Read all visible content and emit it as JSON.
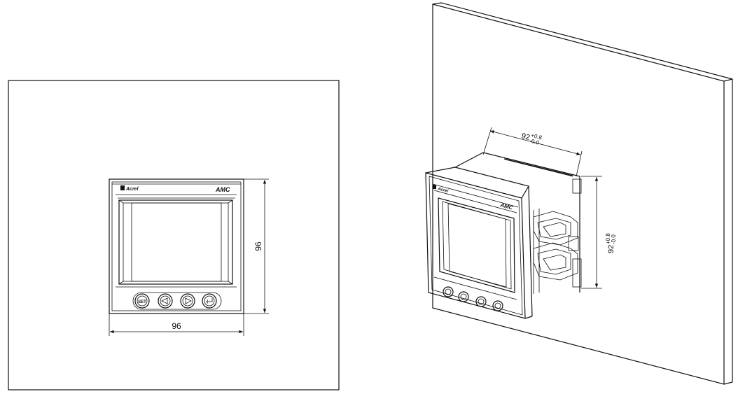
{
  "front_view": {
    "brand": "Acrel",
    "model": "AMC",
    "buttons": [
      "SET",
      "◁",
      "▷",
      "↵"
    ],
    "width_label": "96",
    "height_label": "96"
  },
  "iso_view": {
    "brand": "Acrel",
    "model": "AMC",
    "cutout_width_base": "92",
    "cutout_width_tol_upper": "+0.8",
    "cutout_width_tol_lower": "-0.0",
    "cutout_height_base": "92",
    "cutout_height_tol_upper": "+0.8",
    "cutout_height_tol_lower": "-0.0"
  }
}
